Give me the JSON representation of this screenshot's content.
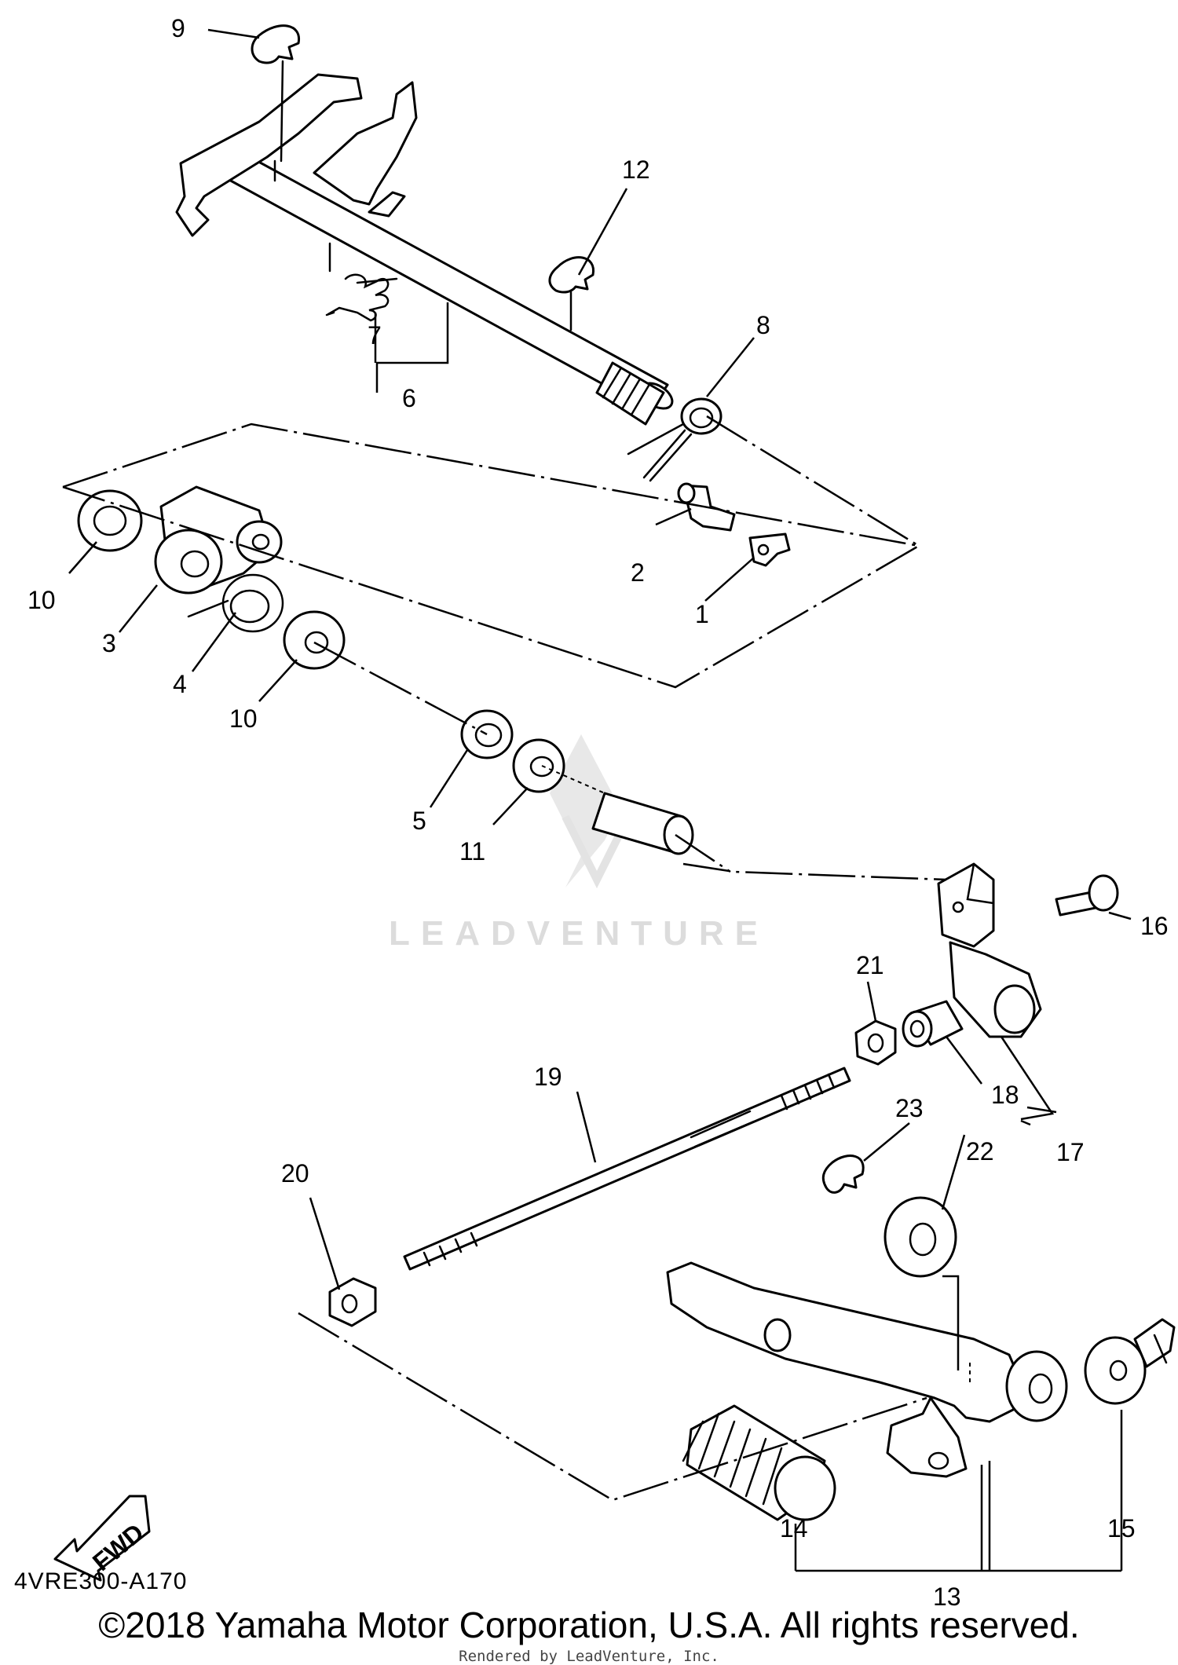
{
  "watermark": "LEADVENTURE",
  "fwd_label": "FWD",
  "callouts": {
    "c1": "1",
    "c2": "2",
    "c3": "3",
    "c4": "4",
    "c5": "5",
    "c6": "6",
    "c7": "7",
    "c8": "8",
    "c9": "9",
    "c10a": "10",
    "c10b": "10",
    "c11": "11",
    "c12": "12",
    "c13": "13",
    "c14": "14",
    "c15": "15",
    "c16": "16",
    "c17": "17",
    "c18": "18",
    "c19": "19",
    "c20": "20",
    "c21": "21",
    "c22": "22",
    "c23": "23"
  },
  "diagram_code": "4VRE300-A170",
  "copyright": "©2018 Yamaha Motor Corporation, U.S.A. All rights reserved.",
  "rendered_by": "Rendered by LeadVenture, Inc."
}
